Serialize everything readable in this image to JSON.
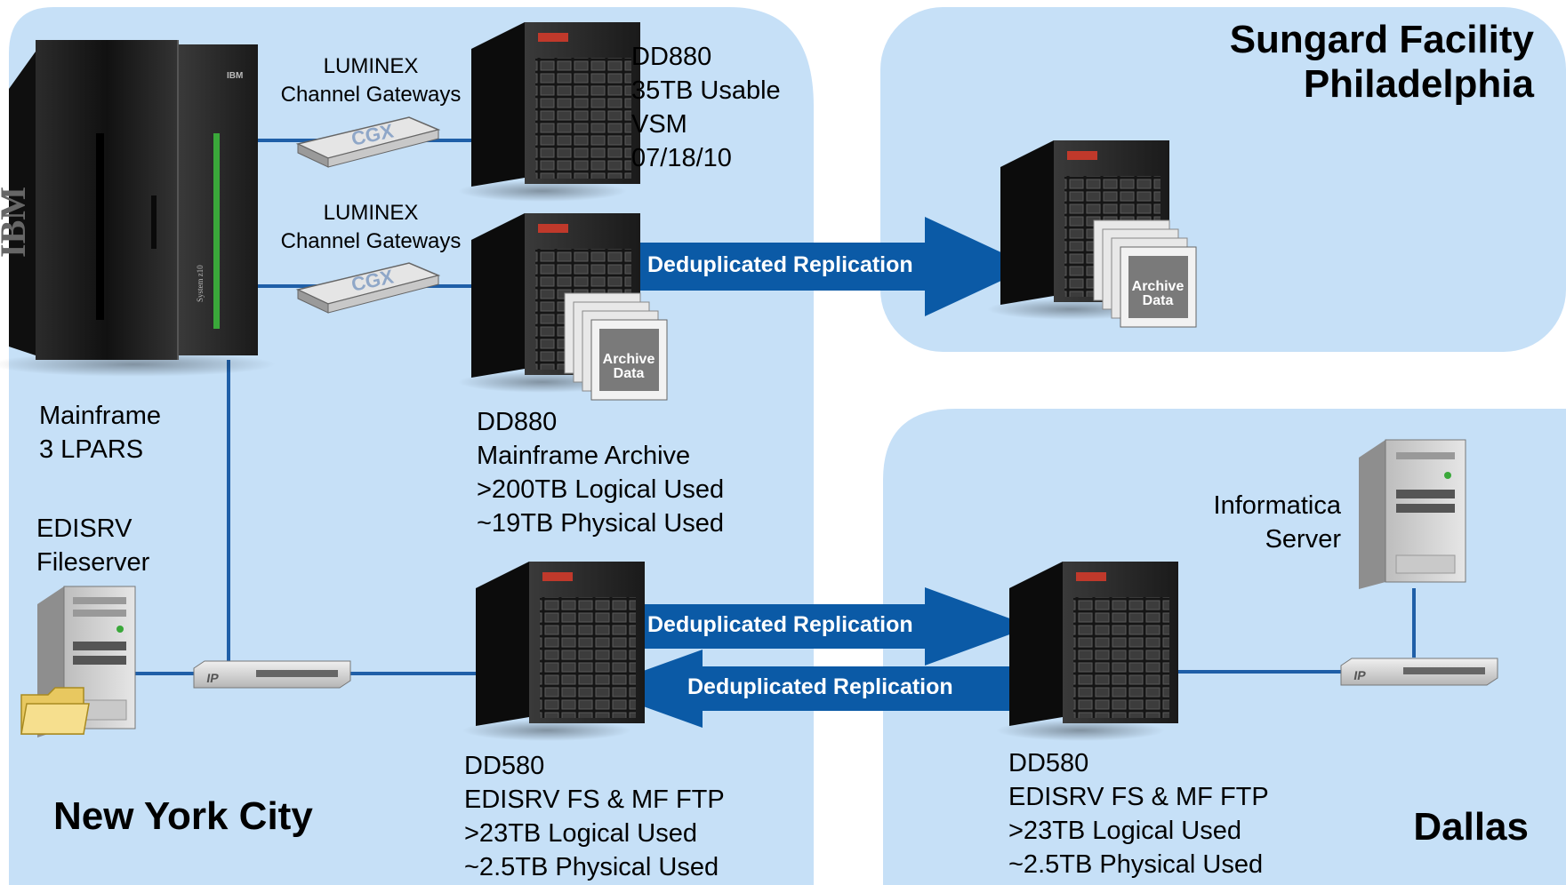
{
  "regions": {
    "new_york": "New York City",
    "philadelphia": [
      "Sungard Facility",
      "Philadelphia"
    ],
    "dallas": "Dallas"
  },
  "nodes": {
    "dd880_vsm": [
      "DD880",
      "35TB Usable",
      "VSM",
      "07/18/10"
    ],
    "gateway_top": [
      "LUMINEX",
      "Channel Gateways"
    ],
    "gateway_mid": [
      "LUMINEX",
      "Channel Gateways"
    ],
    "mainframe": [
      "Mainframe",
      "3 LPARS"
    ],
    "edisrv": [
      "EDISRV",
      "Fileserver"
    ],
    "dd880_archive": [
      "DD880",
      "Mainframe Archive",
      ">200TB Logical Used",
      "~19TB Physical Used"
    ],
    "dd580_nyc": [
      "DD580",
      "EDISRV FS & MF FTP",
      ">23TB Logical Used",
      "~2.5TB Physical Used"
    ],
    "dd580_dallas": [
      "DD580",
      "EDISRV FS & MF FTP",
      ">23TB Logical Used",
      "~2.5TB Physical Used"
    ],
    "informatica": [
      "Informatica",
      "Server"
    ]
  },
  "device_marks": {
    "cgx": "CGX",
    "ibm_vertical": "IBM",
    "ibm_badge": "IBM",
    "system_z": "System z10",
    "ip": "IP",
    "archive_data": [
      "Archive",
      "Data"
    ]
  },
  "arrows": {
    "to_philadelphia": "Deduplicated Replication",
    "nyc_to_dallas": "Deduplicated Replication",
    "dallas_to_nyc": "Deduplicated Replication"
  },
  "colors": {
    "region_fill": "#c6e0f7",
    "link_line": "#1f5fa8",
    "arrow_fill": "#0b5aa6",
    "device_dark": "#1c1c1c",
    "device_light": "#d4d4d4",
    "accent_green": "#3aa83a",
    "accent_red": "#c0392b"
  }
}
